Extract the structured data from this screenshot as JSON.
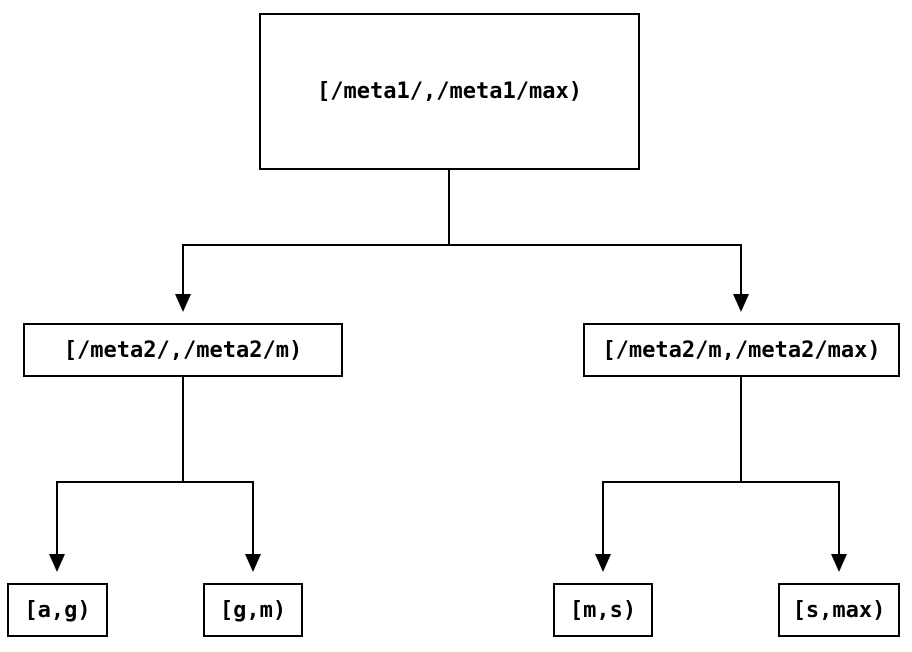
{
  "diagram": {
    "type": "tree",
    "background_color": "#ffffff",
    "line_color": "#000000",
    "text_color": "#000000",
    "nodes": {
      "root": {
        "label": "[/meta1/,/meta1/max)"
      },
      "mid_left": {
        "label": "[/meta2/,/meta2/m)"
      },
      "mid_right": {
        "label": "[/meta2/m,/meta2/max)"
      },
      "leaf_ag": {
        "label": "[a,g)"
      },
      "leaf_gm": {
        "label": "[g,m)"
      },
      "leaf_ms": {
        "label": "[m,s)"
      },
      "leaf_smax": {
        "label": "[s,max)"
      }
    },
    "edges": [
      {
        "from": "root",
        "to": "mid_left"
      },
      {
        "from": "root",
        "to": "mid_right"
      },
      {
        "from": "mid_left",
        "to": "leaf_ag"
      },
      {
        "from": "mid_left",
        "to": "leaf_gm"
      },
      {
        "from": "mid_right",
        "to": "leaf_ms"
      },
      {
        "from": "mid_right",
        "to": "leaf_smax"
      }
    ]
  }
}
